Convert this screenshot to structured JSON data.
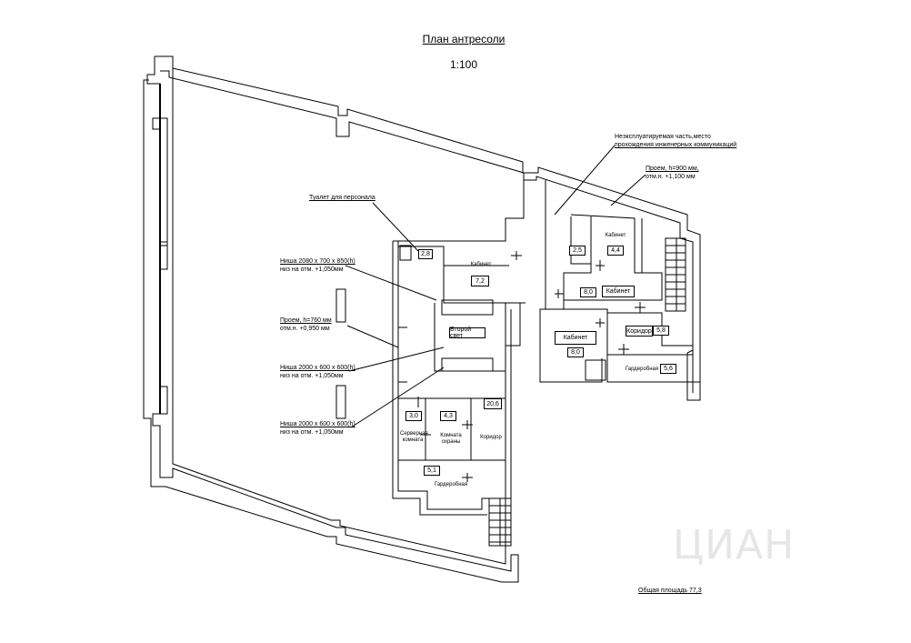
{
  "title": "План антресоли",
  "scale": "1:100",
  "total_area": "Общая площадь  77,3",
  "watermark": "ЦИАН",
  "annotations": {
    "unused": [
      "Неэксплуатируемая часть,место",
      "прохождения инженерных коммуникаций"
    ],
    "opening_right": [
      "Проем, h=900 мм,",
      "отм.н. +1,100 мм"
    ],
    "staff_toilet": "Туалет для персонала",
    "niche1": [
      "Ниша 2080 х 700 х 850(h)",
      "низ на отм. +1,050мм"
    ],
    "opening_left": [
      "Проем, h=760 мм",
      "отм.н. +0,950 мм"
    ],
    "niche2": [
      "Ниша 2000 х 600 х 600(h)",
      "низ на отм. +1,050мм"
    ],
    "niche3": [
      "Ниша 2000 х 600 х 600(h)",
      "низ на отм. +1,050мм"
    ]
  },
  "rooms": {
    "toilet_area": "2,8",
    "office_center_label": "Кабинет",
    "office_center_area": "7,2",
    "second_light": "Второй свет",
    "server_label": "Серверная комната",
    "server_area": "3,0",
    "security_label": "Комната охраны",
    "security_area": "4,3",
    "corridor_center_label": "Коридор",
    "corridor_center_area": "20,6",
    "wardrobe_center_label": "Гардеробная",
    "wardrobe_center_area": "5,1",
    "small_room_area": "2,5",
    "office_r1_label": "Кабинет",
    "office_r1_area": "4,4",
    "office_r2_label": "Кабинет",
    "office_r2_area": "8,0",
    "office_r3_label": "Кабинет",
    "office_r3_area": "8,0",
    "corridor_r_label": "Коридор",
    "corridor_r_area": "5,8",
    "wardrobe_r_label": "Гардеробная",
    "wardrobe_r_area": "5,6"
  }
}
